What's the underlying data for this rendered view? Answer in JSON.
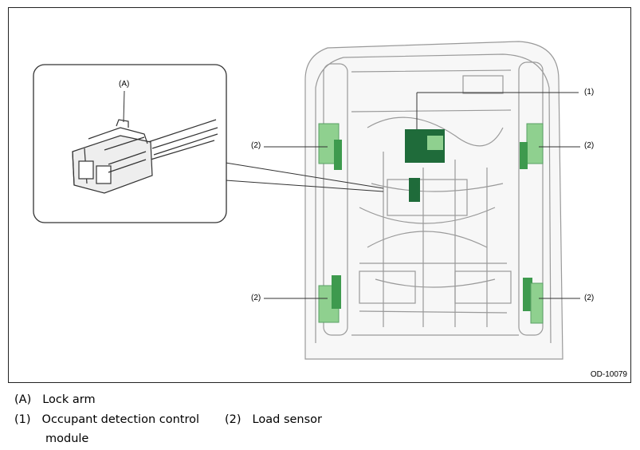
{
  "figure": {
    "id": "OD-10079",
    "callouts": {
      "a": "(A)",
      "one": "(1)",
      "two": "(2)"
    }
  },
  "legend": {
    "items": [
      {
        "key": "(A)",
        "text": "Lock arm"
      },
      {
        "key": "(1)",
        "text": "Occupant detection control"
      },
      {
        "key": "(1)",
        "text": "module"
      },
      {
        "key": "(2)",
        "text": "Load sensor"
      }
    ]
  },
  "colors": {
    "sensor_light": "#8fd08f",
    "sensor_dark": "#3e9a4e",
    "module": "#1f6b3a",
    "line": "#555555"
  }
}
